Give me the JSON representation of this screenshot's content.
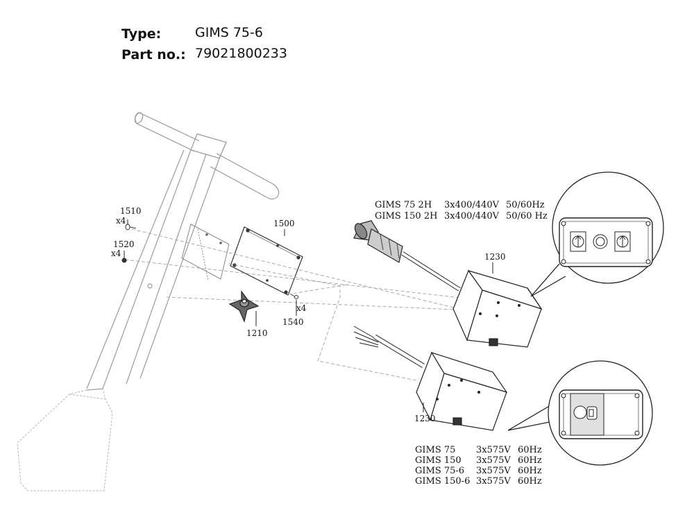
{
  "header": {
    "type_label": "Type:",
    "type_value": "GIMS 75-6",
    "part_label": "Part no.:",
    "part_value": "79021800233"
  },
  "callouts": {
    "c1510": "1510",
    "x4_1510": "x4",
    "c1520": "1520",
    "x4_1520": "x4",
    "c1500": "1500",
    "c1540": "1540",
    "x4_1540": "x4",
    "c1210": "1210",
    "c1230_top": "1230",
    "c1230_bottom": "1230"
  },
  "spec_top": {
    "rows": [
      {
        "model": "GIMS 75 2H",
        "voltage": "3x400/440V",
        "freq": "50/60Hz"
      },
      {
        "model": "GIMS 150 2H",
        "voltage": "3x400/440V",
        "freq": "50/60 Hz"
      }
    ]
  },
  "spec_bottom": {
    "rows": [
      {
        "model": "GIMS 75",
        "voltage": "3x575V",
        "freq": "60Hz"
      },
      {
        "model": "GIMS 150",
        "voltage": "3x575V",
        "freq": "60Hz"
      },
      {
        "model": "GIMS 75-6",
        "voltage": "3x575V",
        "freq": "60Hz"
      },
      {
        "model": "GIMS 150-6",
        "voltage": "3x575V",
        "freq": "60Hz"
      }
    ]
  }
}
